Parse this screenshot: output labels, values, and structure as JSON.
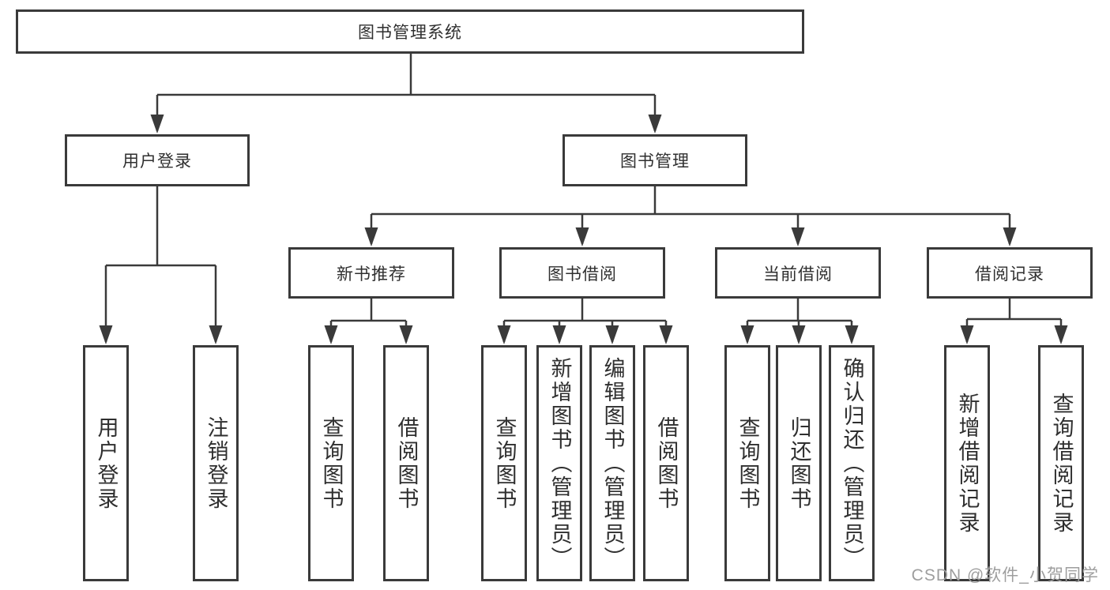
{
  "diagram": {
    "type": "hierarchy-tree",
    "line_color": "#3a3a3a",
    "nodes": {
      "root": "图书管理系统",
      "user_login": "用户登录",
      "book_management": "图书管理",
      "new_book_recommend": "新书推荐",
      "book_borrow": "图书借阅",
      "current_borrow": "当前借阅",
      "borrow_records": "借阅记录"
    },
    "leaves": {
      "user_login": [
        "用户登录",
        "注销登录"
      ],
      "new_book_recommend": [
        "查询图书",
        "借阅图书"
      ],
      "book_borrow": [
        "查询图书",
        "新增图书（管理员）",
        "编辑图书（管理员）",
        "借阅图书"
      ],
      "current_borrow": [
        "查询图书",
        "归还图书",
        "确认归还（管理员）"
      ],
      "borrow_records": [
        "新增借阅记录",
        "查询借阅记录"
      ]
    }
  },
  "watermark": {
    "text": "CSDN @软件_小贺同学",
    "color": "#9e9e9e"
  }
}
